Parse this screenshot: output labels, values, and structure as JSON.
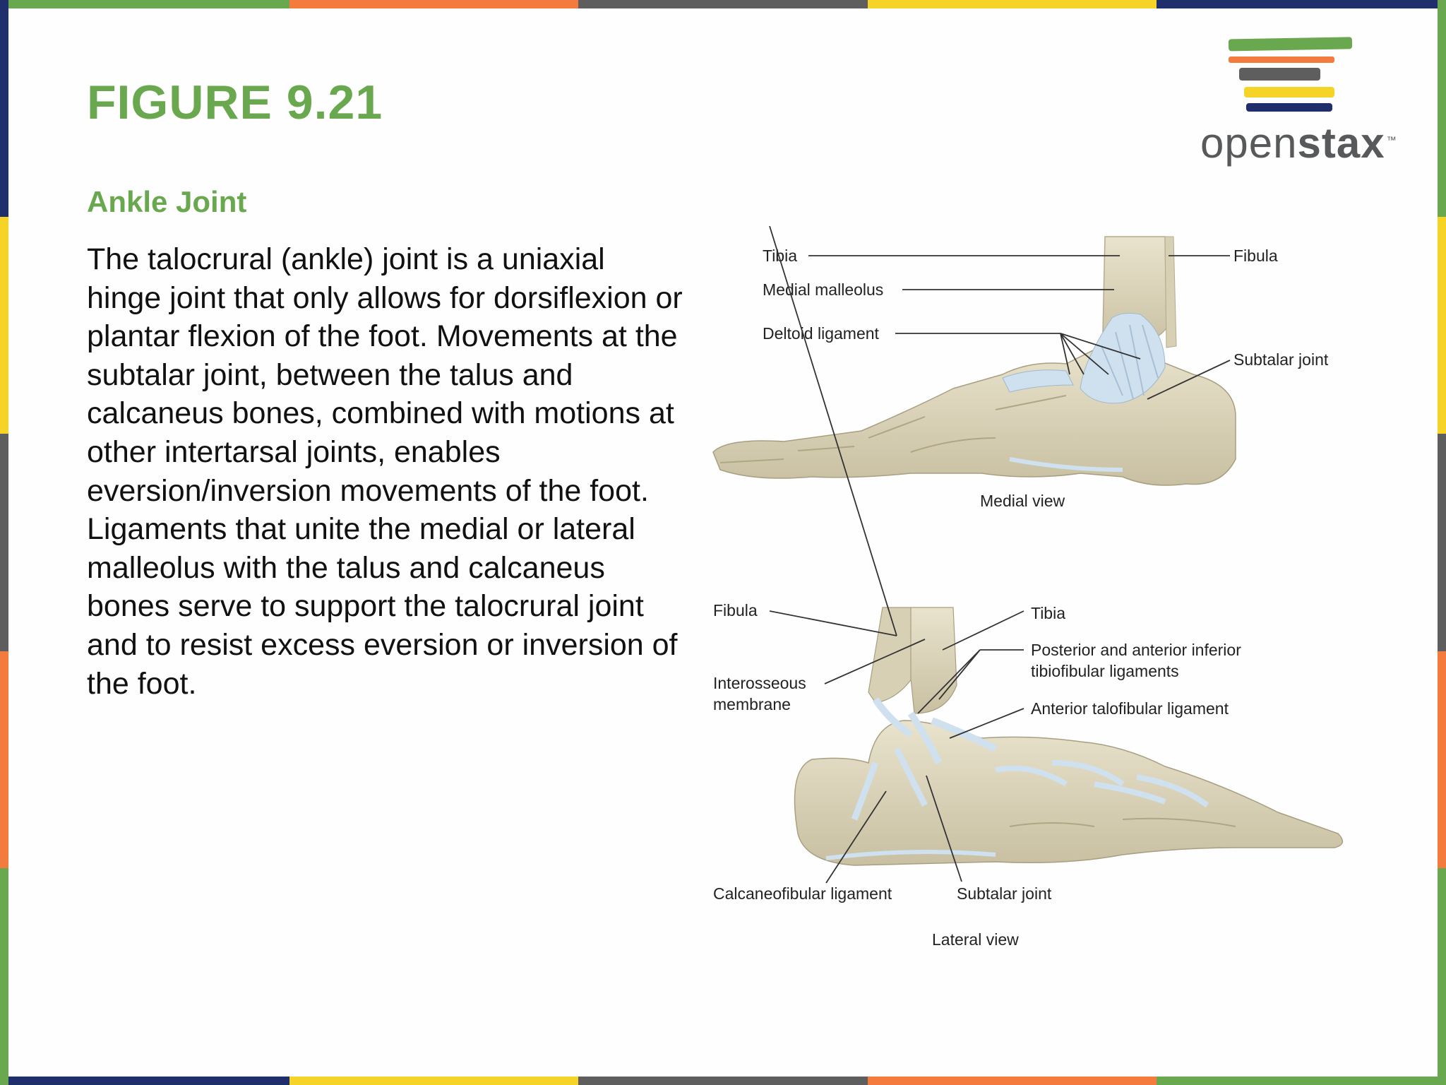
{
  "figure": {
    "title": "FIGURE 9.21",
    "subtitle": "Ankle Joint",
    "body": "The talocrural (ankle) joint is a uniaxial hinge joint that only allows for dorsiflexion or plantar flexion of the foot. Movements at the subtalar joint, between the talus and calcaneus bones, combined with motions at other intertarsal joints, enables eversion/inversion movements of the foot. Ligaments that unite the medial or lateral malleolus with the talus and calcaneus bones serve to support the talocrural joint and to resist excess eversion or inversion of the foot."
  },
  "logo": {
    "text_light": "open",
    "text_bold": "stax",
    "trademark": "™"
  },
  "medial_view": {
    "caption": "Medial view",
    "labels": {
      "tibia": "Tibia",
      "medial_malleolus": "Medial malleolus",
      "deltoid_ligament": "Deltoid ligament",
      "fibula": "Fibula",
      "subtalar_joint": "Subtalar joint"
    }
  },
  "lateral_view": {
    "caption": "Lateral view",
    "labels": {
      "fibula": "Fibula",
      "tibia": "Tibia",
      "interosseous_1": "Interosseous",
      "interosseous_2": "membrane",
      "tibiofibular_1": "Posterior and anterior inferior",
      "tibiofibular_2": "tibiofibular ligaments",
      "anterior_talofibular": "Anterior talofibular ligament",
      "calcaneofibular": "Calcaneofibular ligament",
      "subtalar_joint": "Subtalar joint"
    }
  },
  "colors": {
    "accent_green": "#6aa84f",
    "orange": "#f47b3e",
    "gray": "#5e5e5e",
    "yellow": "#f5d327",
    "navy": "#1f2f6b",
    "bone": "#ddd6bd",
    "ligament": "#cfe0ee"
  }
}
